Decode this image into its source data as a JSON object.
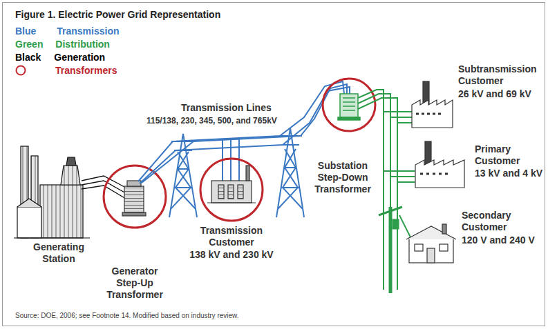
{
  "diagram": {
    "title": "Figure 1. Electric Power Grid Representation",
    "caption": "Source: DOE, 2006; see Footnote 14. Modified based on industry review.",
    "labels": [
      "Transmission Lines",
      "115/138, 230, 345, 500, and 765kV",
      "Generating Station",
      "Generator Step-Up Transformer",
      "Transmission Customer",
      "138 kV and 230 kV",
      "Substation Step-Down Transformer",
      "Subtransmission Customer",
      "26 kV and 69 kV",
      "Primary Customer",
      "13 kV and 4 kV",
      "Secondary Customer",
      "120 V and 240 V"
    ],
    "legend": [
      {
        "text": "Blue Transmission",
        "color": "#3a78c2"
      },
      {
        "text": "Green Distribution",
        "color": "#2e9d4a"
      },
      {
        "text": "Black Generation",
        "color": "#000000"
      },
      {
        "text": "Transformers"
      }
    ]
  }
}
